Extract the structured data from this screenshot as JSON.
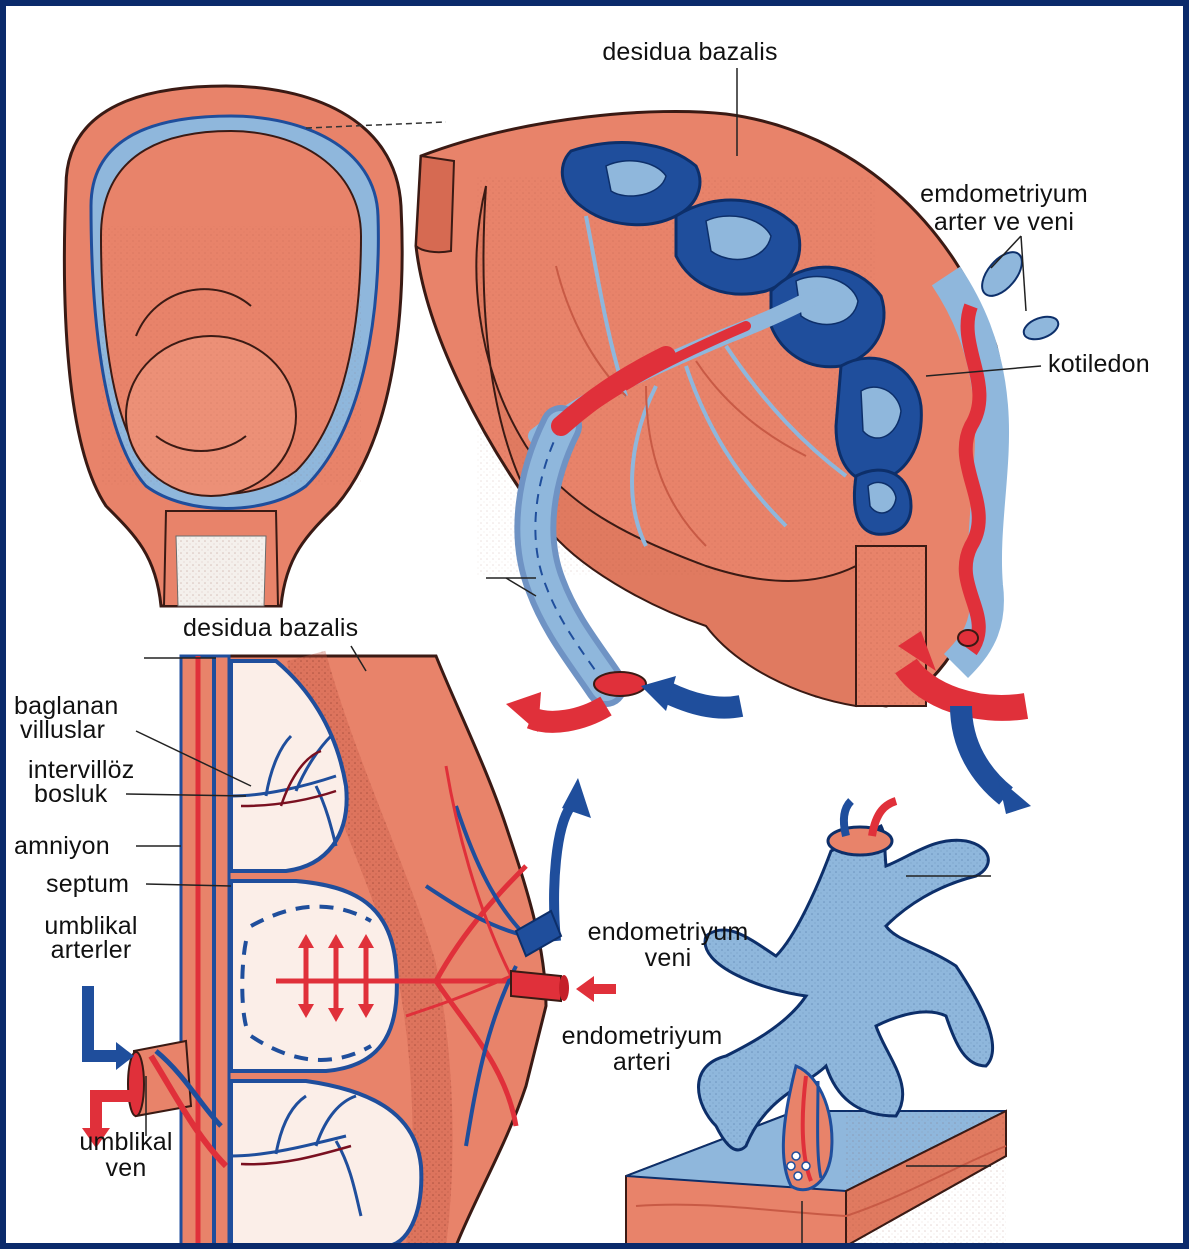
{
  "colors": {
    "tissue": "#e8836a",
    "tissue_dark": "#c85a45",
    "artery": "#e0303a",
    "vein": "#1f4e9c",
    "vein_light": "#8fb7dc",
    "intervillous": "#fbeee8",
    "frame": "#0b2a6b"
  },
  "labels": {
    "desidua_top": "desidua bazalis",
    "endo_vessels_line1": "emdometriyum",
    "endo_vessels_line2": "arter ve veni",
    "kotiledon": "kotiledon",
    "desidua_mid": "desidua bazalis",
    "baglanan_line1": "baglanan",
    "baglanan_line2": "villuslar",
    "intervilloz_line1": "intervillöz",
    "intervilloz_line2": "bosluk",
    "amniyon": "amniyon",
    "septum": "septum",
    "umb_art_line1": "umblikal",
    "umb_art_line2": "arterler",
    "umb_ven_line1": "umblikal",
    "umb_ven_line2": "ven",
    "endo_veni_line1": "endometriyum",
    "endo_veni_line2": "veni",
    "endo_arteri_line1": "endometriyum",
    "endo_arteri_line2": "arteri"
  }
}
